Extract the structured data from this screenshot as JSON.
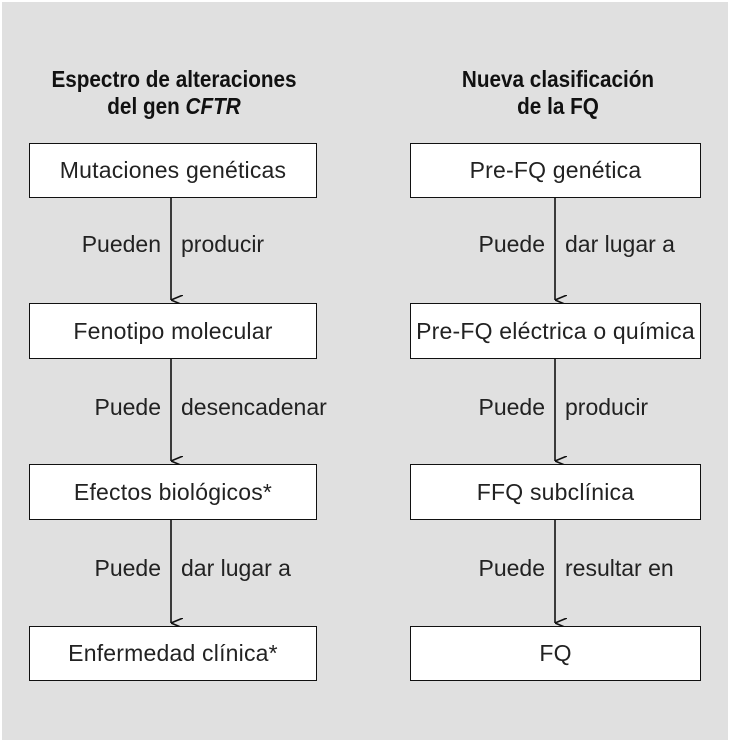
{
  "left_column": {
    "title_line1": "Espectro de alteraciones",
    "title_line2_prefix": "del gen ",
    "title_line2_gene": "CFTR",
    "boxes": [
      "Mutaciones genéticas",
      "Fenotipo molecular",
      "Efectos biológicos*",
      "Enfermedad clínica*"
    ],
    "connectors": [
      {
        "a": "Pueden",
        "b": "producir"
      },
      {
        "a": "Puede",
        "b": "desencadenar"
      },
      {
        "a": "Puede",
        "b": "dar lugar a"
      }
    ]
  },
  "right_column": {
    "title_line1": "Nueva clasificación",
    "title_line2": "de la FQ",
    "boxes": [
      "Pre-FQ genética",
      "Pre-FQ eléctrica o química",
      "FFQ subclínica",
      "FQ"
    ],
    "connectors": [
      {
        "a": "Puede",
        "b": "dar lugar a"
      },
      {
        "a": "Puede",
        "b": "producir"
      },
      {
        "a": "Puede",
        "b": "resultar en"
      }
    ]
  },
  "colors": {
    "panel_bg": "#e0e0e0",
    "box_bg": "#ffffff",
    "stroke": "#111111"
  }
}
